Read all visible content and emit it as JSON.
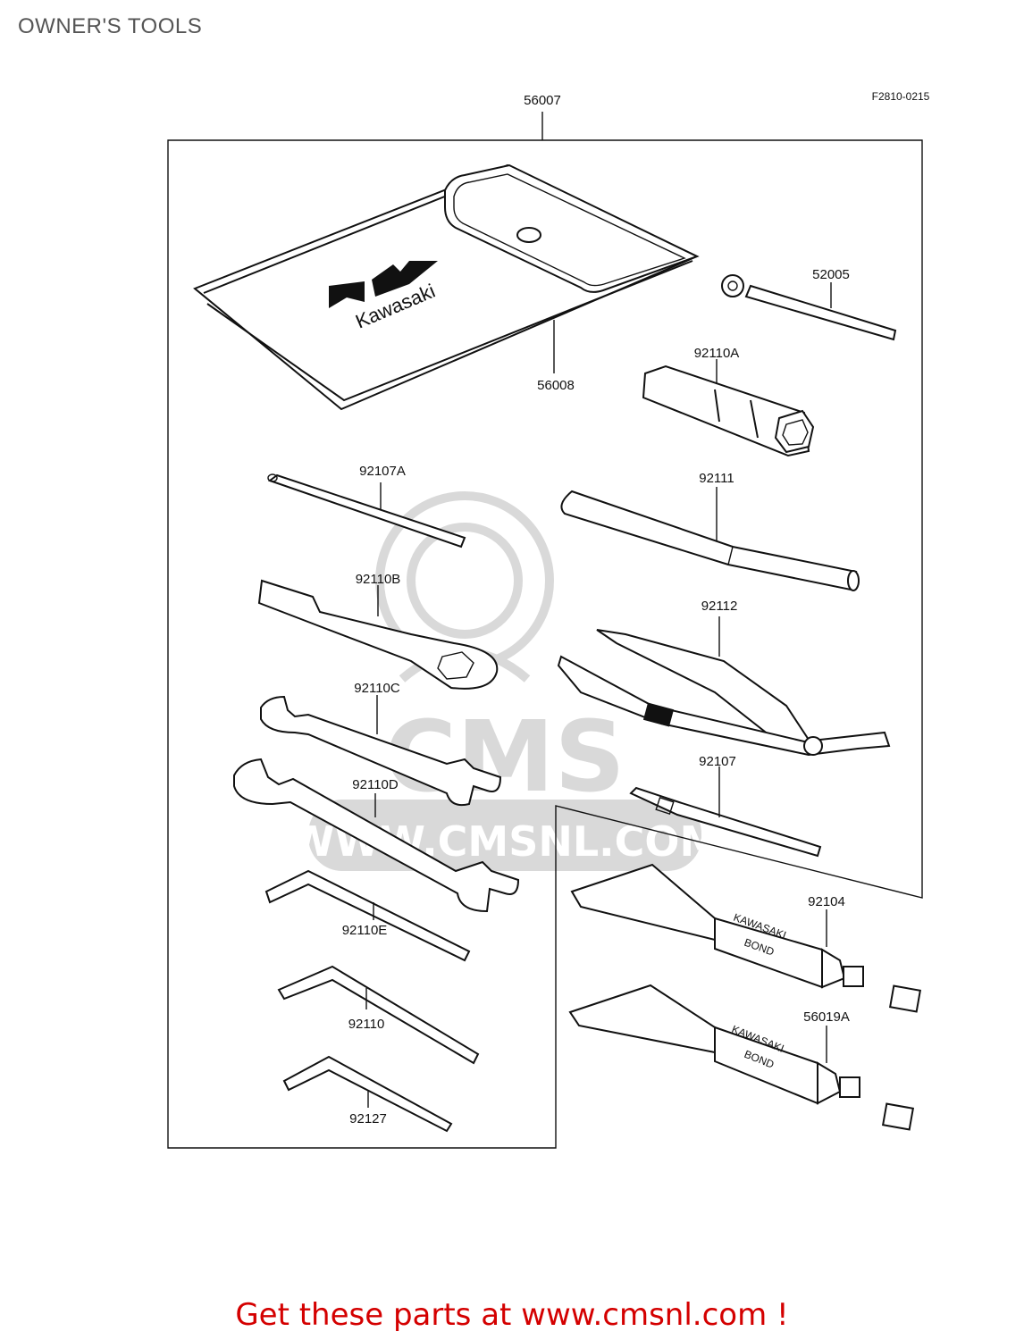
{
  "page": {
    "title": "OWNER'S TOOLS"
  },
  "figure": {
    "code": "F2810-0215"
  },
  "watermark": {
    "logo": "CMS",
    "url": "WWW.CMSNL.COM"
  },
  "pouch": {
    "brand": "Kawasaki"
  },
  "tubes": {
    "label_line1": "KAWASAKI",
    "label_line2": "BOND"
  },
  "parts": {
    "p56007": "56007",
    "p56008": "56008",
    "p52005": "52005",
    "p92110A": "92110A",
    "p92107A": "92107A",
    "p92111": "92111",
    "p92110B": "92110B",
    "p92112": "92112",
    "p92110C": "92110C",
    "p92107": "92107",
    "p92110D": "92110D",
    "p92104": "92104",
    "p92110E": "92110E",
    "p92110": "92110",
    "p56019A": "56019A",
    "p92127": "92127"
  },
  "footer": {
    "cta": "Get these parts at www.cmsnl.com !"
  },
  "colors": {
    "title": "#555555",
    "cta": "#d40000",
    "line": "#111111",
    "watermark": "#d9d9d9"
  }
}
